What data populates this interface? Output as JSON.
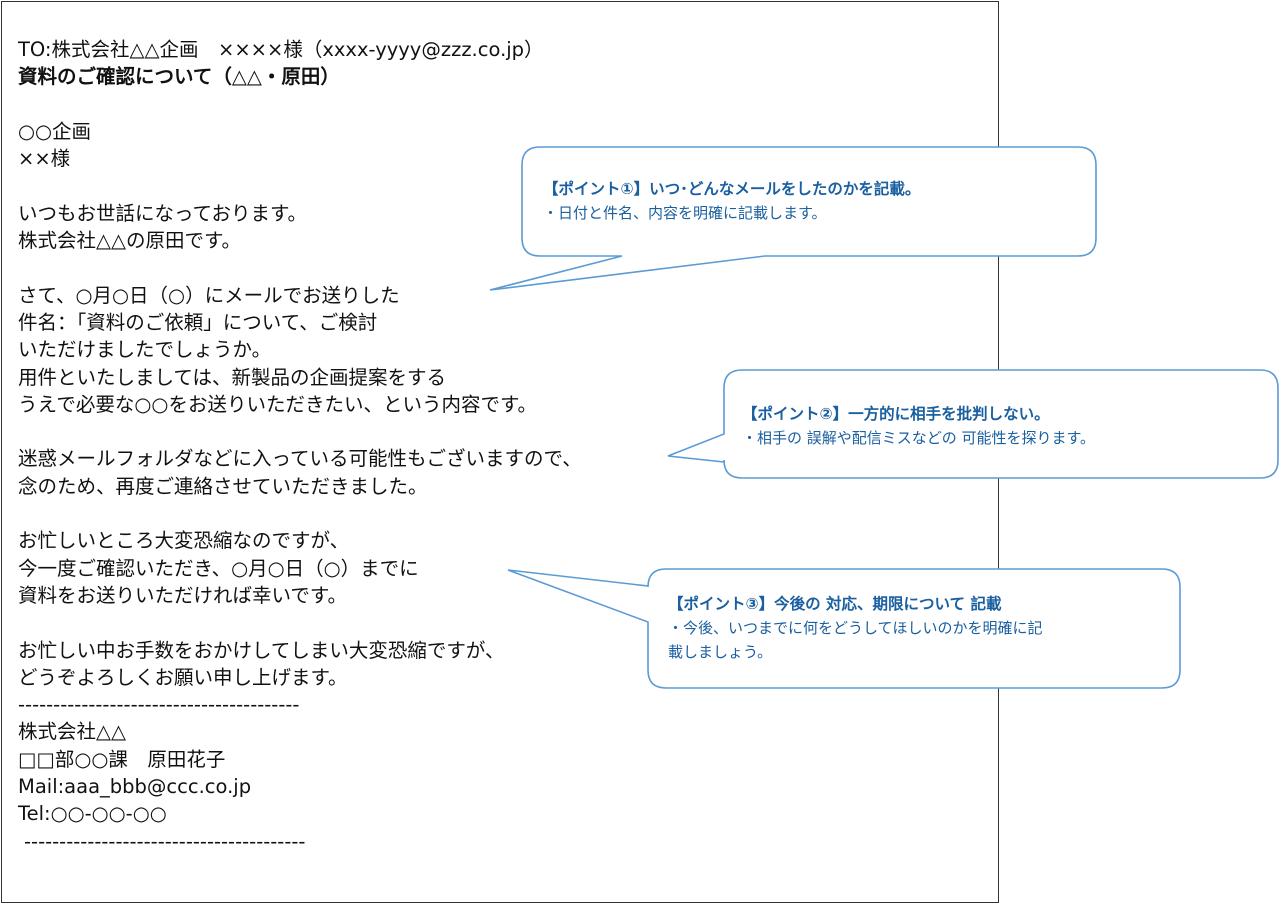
{
  "email": {
    "lines": [
      {
        "text": "TO:株式会社△△企画　××××様（xxxx-yyyy@zzz.co.jp）",
        "style": "normal",
        "name": "to-line"
      },
      {
        "text": "資料のご確認について（△△・原田）",
        "style": "bold",
        "name": "subject-line"
      },
      {
        "text": "",
        "style": "blank",
        "name": "blank-line"
      },
      {
        "text": "○○企画",
        "style": "normal",
        "name": "recipient-company"
      },
      {
        "text": "××様",
        "style": "normal",
        "name": "recipient-name"
      },
      {
        "text": "",
        "style": "blank",
        "name": "blank-line"
      },
      {
        "text": "いつもお世話になっております。",
        "style": "normal",
        "name": "greeting-line"
      },
      {
        "text": "株式会社△△の原田です。",
        "style": "normal",
        "name": "sender-intro-line"
      },
      {
        "text": "",
        "style": "blank",
        "name": "blank-line"
      },
      {
        "text": "さて、○月○日（○）にメールでお送りした",
        "style": "normal",
        "name": "body-line"
      },
      {
        "text": "件名：「資料のご依頼」について、ご検討",
        "style": "normal",
        "name": "body-line"
      },
      {
        "text": "いただけましたでしょうか。",
        "style": "normal",
        "name": "body-line"
      },
      {
        "text": "用件といたしましては、新製品の企画提案をする",
        "style": "normal",
        "name": "body-line"
      },
      {
        "text": "うえで必要な○○をお送りいただきたい、という内容です。",
        "style": "normal",
        "name": "body-line"
      },
      {
        "text": "",
        "style": "blank",
        "name": "blank-line"
      },
      {
        "text": "迷惑メールフォルダなどに入っている可能性もございますので、",
        "style": "normal",
        "name": "body-line"
      },
      {
        "text": "念のため、再度ご連絡させていただきました。",
        "style": "normal",
        "name": "body-line"
      },
      {
        "text": "",
        "style": "blank",
        "name": "blank-line"
      },
      {
        "text": "お忙しいところ大変恐縮なのですが、",
        "style": "normal",
        "name": "body-line"
      },
      {
        "text": "今一度ご確認いただき、○月○日（○）までに",
        "style": "normal",
        "name": "body-line"
      },
      {
        "text": "資料をお送りいただければ幸いです。",
        "style": "normal",
        "name": "body-line"
      },
      {
        "text": "",
        "style": "blank",
        "name": "blank-line"
      },
      {
        "text": "お忙しい中お手数をおかけしてしまい大変恐縮ですが、",
        "style": "normal",
        "name": "closing-line"
      },
      {
        "text": "どうぞよろしくお願い申し上げます。",
        "style": "normal",
        "name": "closing-line"
      },
      {
        "text": "----------------------------------------",
        "style": "normal",
        "name": "signature-divider"
      },
      {
        "text": "株式会社△△",
        "style": "normal",
        "name": "signature-company"
      },
      {
        "text": "□□部○○課　原田花子",
        "style": "normal",
        "name": "signature-name"
      },
      {
        "text": "Mail:aaa_bbb@ccc.co.jp",
        "style": "normal",
        "name": "signature-mail"
      },
      {
        "text": "Tel:○○-○○-○○",
        "style": "normal",
        "name": "signature-tel"
      },
      {
        "text": "----------------------------------------",
        "style": "indent",
        "name": "signature-divider"
      }
    ]
  },
  "callouts": [
    {
      "title": "【ポイント①】いつ･どんなメールをしたのかを記載。",
      "lines": [
        "・日付と件名、内容を明確に記載します。"
      ]
    },
    {
      "title": "【ポイント②】一方的に相手を批判しない。",
      "lines": [
        "・相手の 誤解や配信ミスなどの 可能性を探ります。"
      ]
    },
    {
      "title": "【ポイント③】今後の 対応、期限について 記載",
      "lines": [
        "・今後、いつまでに何をどうしてほしいのかを明確に記",
        "載しましょう。"
      ]
    }
  ],
  "colors": {
    "callout_border": "#5b9bd5",
    "callout_text": "#1a5fa0",
    "email_border": "#333333"
  }
}
